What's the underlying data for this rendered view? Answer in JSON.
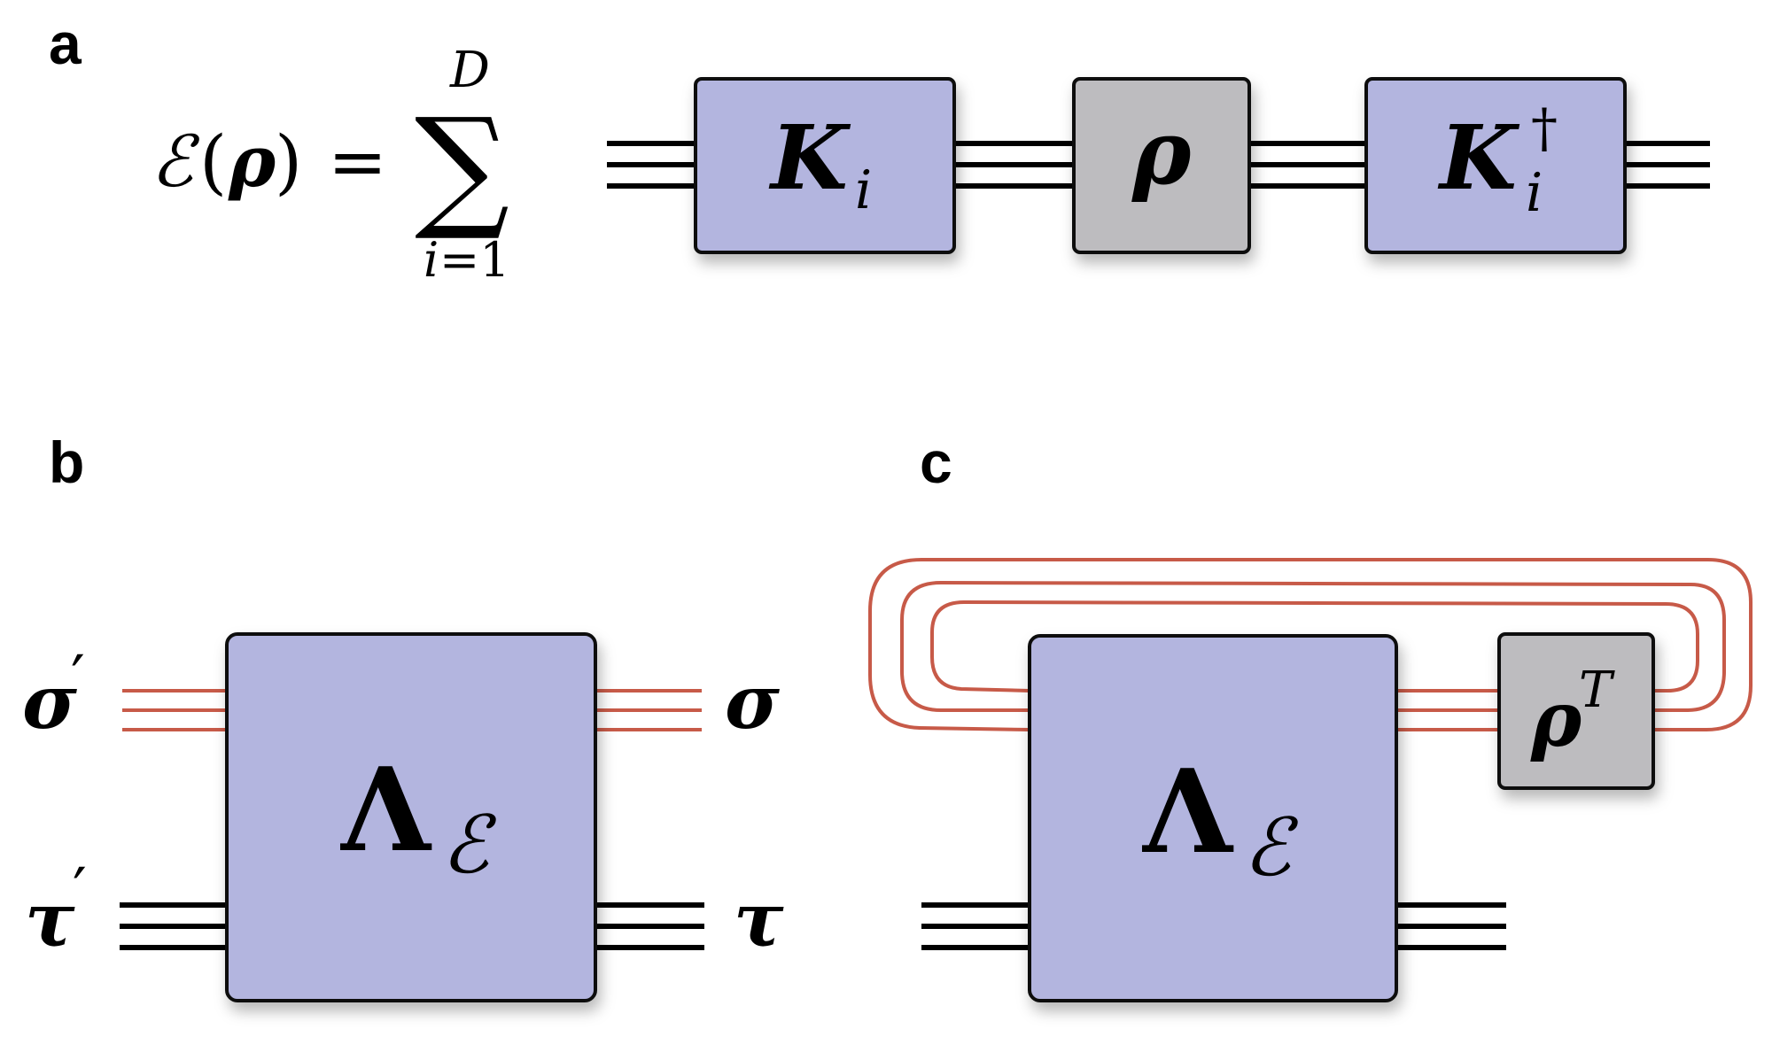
{
  "panels": {
    "a": {
      "label": "a"
    },
    "b": {
      "label": "b"
    },
    "c": {
      "label": "c"
    }
  },
  "equation": {
    "lhs_channel": "ℰ",
    "lhs_open": "(",
    "lhs_arg": "ρ",
    "lhs_close": ")",
    "equals": "=",
    "sum_symbol": "∑",
    "sum_upper": "D",
    "sum_lower_var": "i",
    "sum_lower_eq": "=1"
  },
  "boxes": {
    "kraus": {
      "main": "K",
      "sub": "i"
    },
    "rho": {
      "main": "ρ"
    },
    "kraus_dagger": {
      "main": "K",
      "sub": "i",
      "sup": "†"
    },
    "choi_b": {
      "main": "Λ",
      "sub": "ℰ"
    },
    "choi_c": {
      "main": "Λ",
      "sub": "ℰ"
    },
    "rho_transpose": {
      "main": "ρ",
      "sup": "T"
    }
  },
  "wire_labels": {
    "sigma_prime": {
      "main": "σ",
      "prime": "′"
    },
    "tau_prime": {
      "main": "τ",
      "prime": "′"
    },
    "sigma": "σ",
    "tau": "τ"
  },
  "colors": {
    "operator_box": "#b3b5df",
    "state_box": "#bdbcbf",
    "system_wire": "#000000",
    "environment_wire": "#c75a48"
  }
}
